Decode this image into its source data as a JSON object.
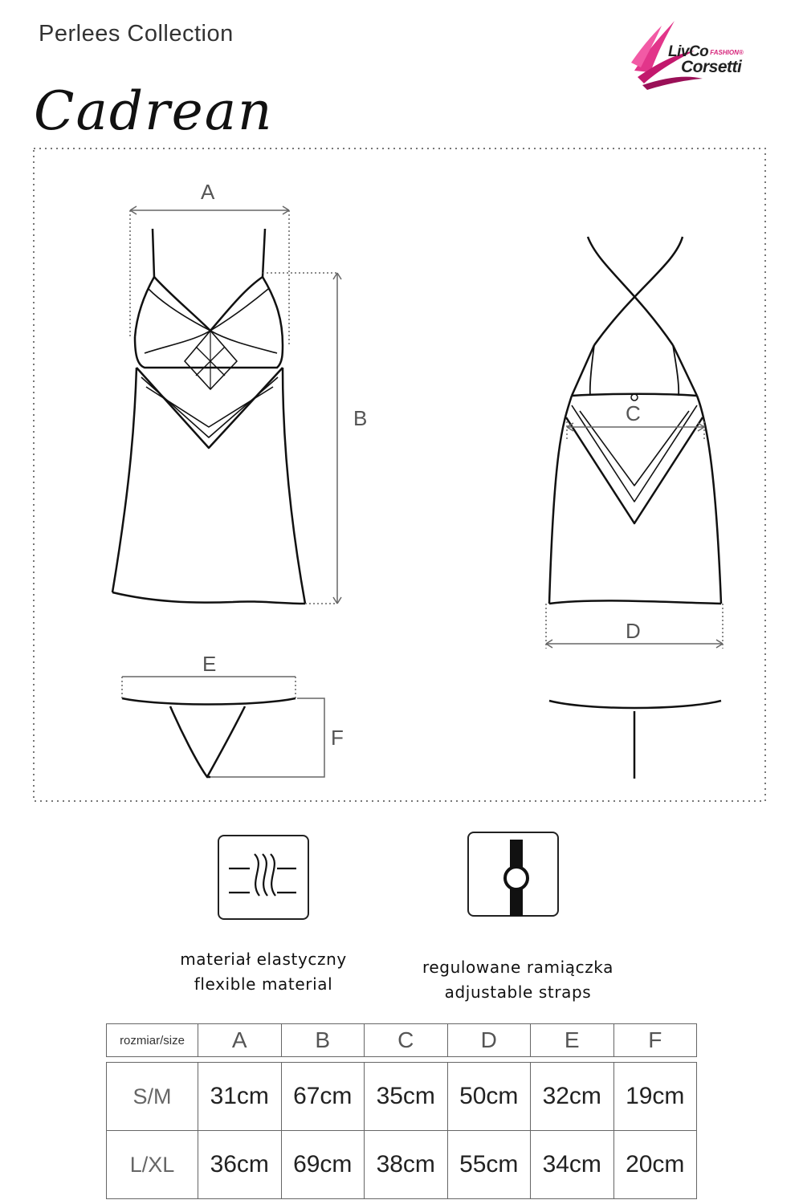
{
  "header": {
    "collection": "Perlees Collection",
    "model": "Cadrean",
    "brand_line1": "LivCo",
    "brand_fashion": "FASHION®",
    "brand_line2": "Corsetti",
    "brand_color": "#d6247a"
  },
  "diagram": {
    "labels": {
      "a": "A",
      "b": "B",
      "c": "C",
      "d": "D",
      "e": "E",
      "f": "F"
    }
  },
  "features": [
    {
      "icon": "flexible-material-icon",
      "line1": "materiał elastyczny",
      "line2": "flexible material"
    },
    {
      "icon": "adjustable-straps-icon",
      "line1": "regulowane ramiączka",
      "line2": "adjustable straps"
    }
  ],
  "size_table": {
    "header": [
      "rozmiar/size",
      "A",
      "B",
      "C",
      "D",
      "E",
      "F"
    ],
    "rows": [
      [
        "S/M",
        "31cm",
        "67cm",
        "35cm",
        "50cm",
        "32cm",
        "19cm"
      ],
      [
        "L/XL",
        "36cm",
        "69cm",
        "38cm",
        "55cm",
        "34cm",
        "20cm"
      ]
    ]
  }
}
